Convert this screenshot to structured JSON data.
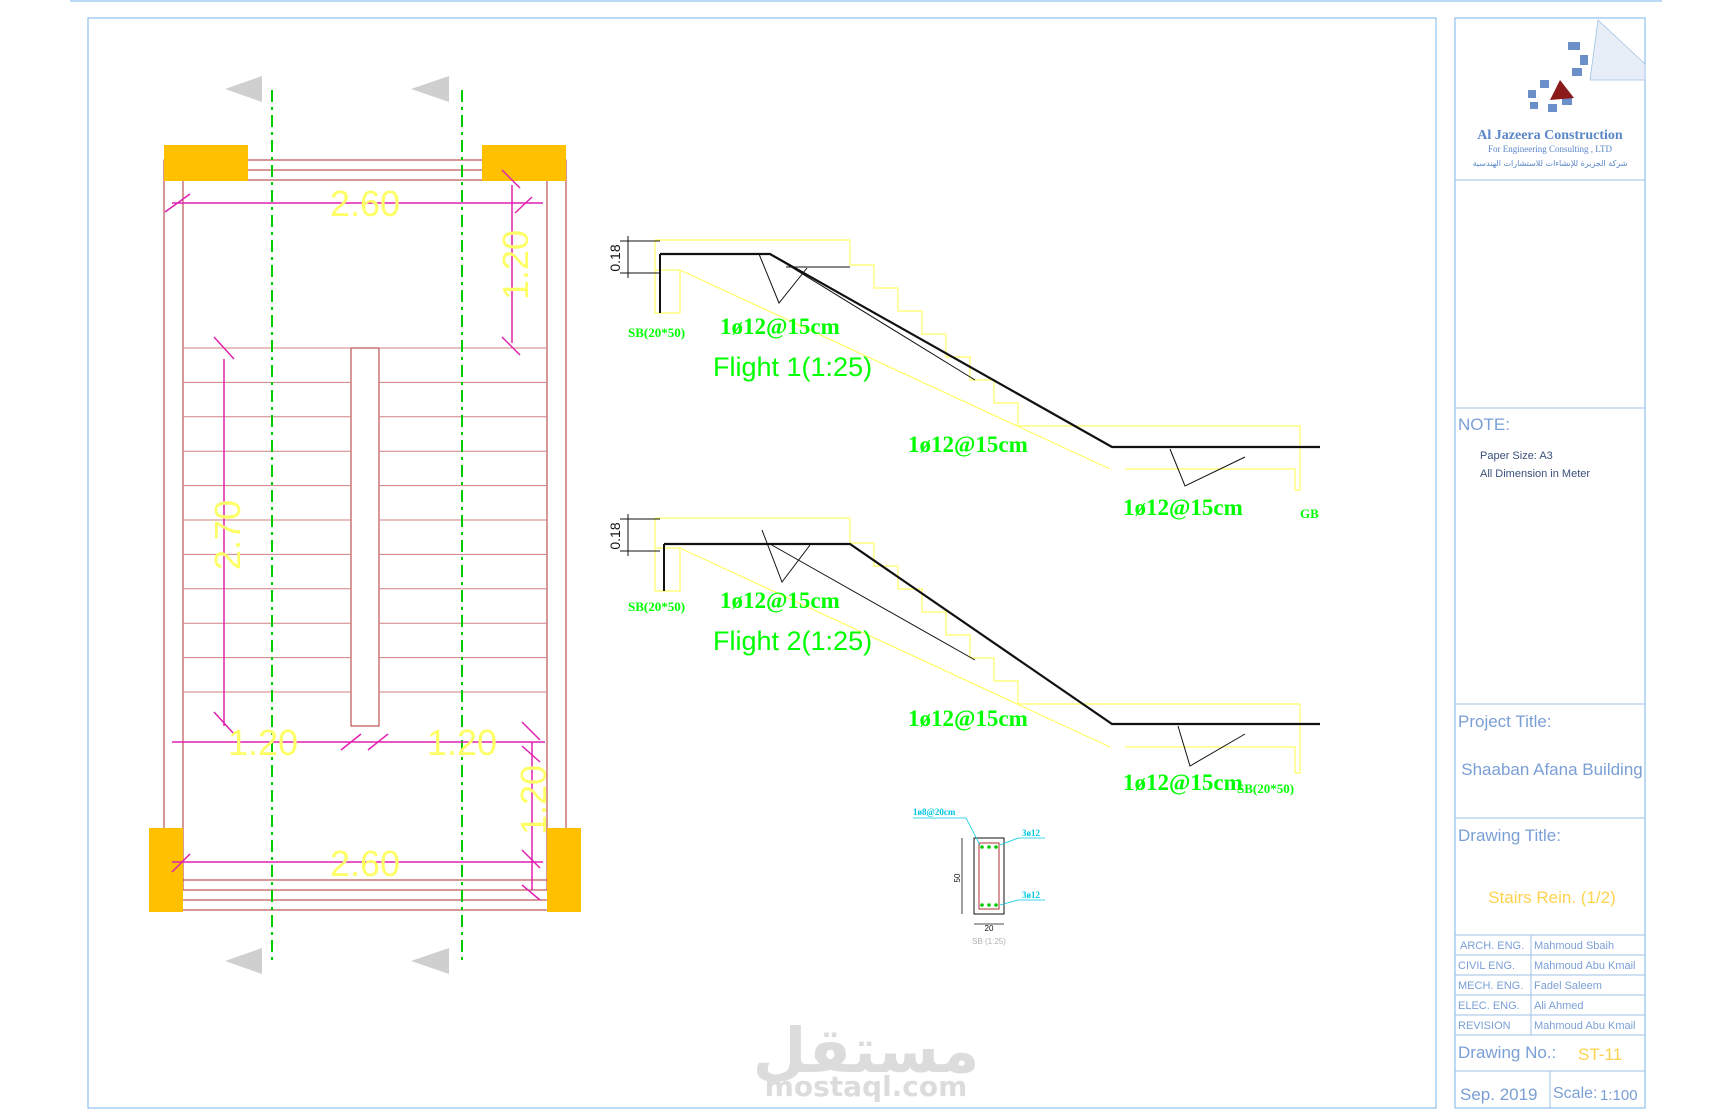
{
  "plan": {
    "dims": {
      "top_width": "2.60",
      "bottom_width": "2.60",
      "top_landing": "1.20",
      "bottom_landing": "1.20",
      "flight_length": "2.70",
      "left_flight_width": "1.20",
      "right_flight_width": "1.20"
    }
  },
  "sections": {
    "thickness": "0.18",
    "flight1": {
      "title": "Flight 1(1:25)",
      "beam_left": "SB(20*50)",
      "beam_right": "GB",
      "top_rebar": "1ø12@15cm",
      "mid_rebar": "1ø12@15cm",
      "bottom_rebar": "1ø12@15cm"
    },
    "flight2": {
      "title": "Flight 2(1:25)",
      "beam_left": "SB(20*50)",
      "beam_right": "SB(20*50)",
      "top_rebar": "1ø12@15cm",
      "mid_rebar": "1ø12@15cm",
      "bottom_rebar": "1ø12@15cm"
    },
    "beam_detail": {
      "stirrup": "1ø8@20cm",
      "top_bars": "3ø12",
      "bottom_bars": "3ø12",
      "depth": "50",
      "width": "20",
      "caption": "SB (1:25)"
    }
  },
  "title_block": {
    "company_en": "Al Jazeera Construction",
    "company_sub": "For Engineering Consulting , LTD",
    "company_ar": "شركة الجزيرة للإنشاءات للاستشارات الهندسية",
    "note_label": "NOTE:",
    "notes": [
      "Paper Size: A3",
      "All Dimension in Meter"
    ],
    "project_label": "Project Title:",
    "project_name": "Shaaban Afana Building",
    "drawing_label": "Drawing Title:",
    "drawing_title": "Stairs Rein. (1/2)",
    "team": [
      {
        "role": "ARCH. ENG.",
        "name": "Mahmoud Sbaih"
      },
      {
        "role": "CIVIL ENG.",
        "name": "Mahmoud Abu Kmail"
      },
      {
        "role": "MECH. ENG.",
        "name": "Fadel Saleem"
      },
      {
        "role": "ELEC. ENG.",
        "name": "Ali Ahmed"
      },
      {
        "role": "REVISION",
        "name": "Mahmoud Abu Kmail"
      }
    ],
    "drawing_no_label": "Drawing No.:",
    "drawing_no": "ST-11",
    "date": "Sep. 2019",
    "scale_label": "Scale:",
    "scale": "1:100"
  },
  "watermark": {
    "arabic": "مستقل",
    "latin": "mostaql.com"
  },
  "colors": {
    "column": "#ffc000",
    "wall": "#b03030",
    "axis": "#00cc00",
    "dimension": "#e020b0",
    "dim_text": "#ffff66",
    "section_outline": "#ffff66",
    "rebar_label": "#00ff00",
    "frame": "#7ab4e8"
  }
}
